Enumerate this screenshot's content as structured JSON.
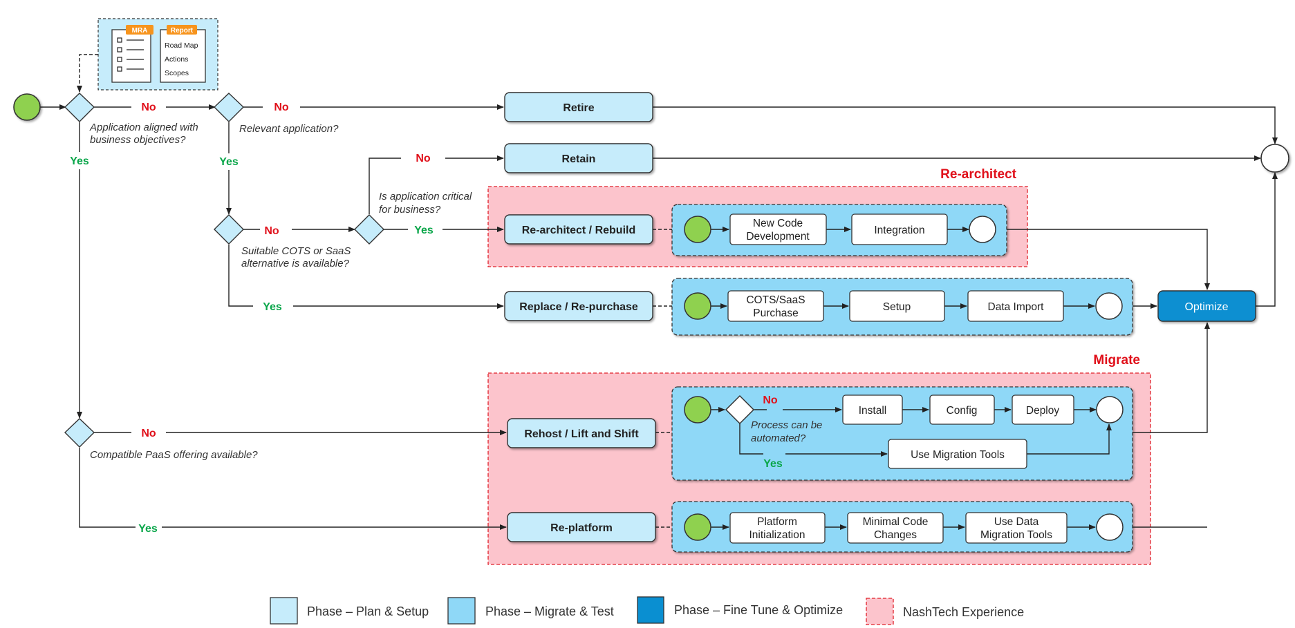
{
  "mra": {
    "tab_mra": "MRA",
    "tab_report": "Report",
    "report_items": [
      "Road Map",
      "Actions",
      "Scopes"
    ]
  },
  "questions": {
    "aligned_line1": "Application aligned with",
    "aligned_line2": "business objectives?",
    "relevant": "Relevant application?",
    "cots_line1": "Suitable COTS or SaaS",
    "cots_line2": "alternative is available?",
    "critical_line1": "Is application critical",
    "critical_line2": "for business?",
    "paas": "Compatible PaaS offering available?",
    "automated_line1": "Process can be",
    "automated_line2": "automated?"
  },
  "answers": {
    "yes": "Yes",
    "no": "No"
  },
  "strategies": {
    "retire": "Retire",
    "retain": "Retain",
    "rearchitect": "Re-architect / Rebuild",
    "replace": "Replace / Re-purchase",
    "rehost": "Rehost / Lift and Shift",
    "replatform": "Re-platform"
  },
  "groups": {
    "rearchitect": "Re-architect",
    "migrate": "Migrate"
  },
  "steps": {
    "new_code_l1": "New Code",
    "new_code_l2": "Development",
    "integration": "Integration",
    "cots_l1": "COTS/SaaS",
    "cots_l2": "Purchase",
    "setup": "Setup",
    "data_import": "Data Import",
    "install": "Install",
    "config": "Config",
    "deploy": "Deploy",
    "migration_tools": "Use Migration Tools",
    "platform_l1": "Platform",
    "platform_l2": "Initialization",
    "minimal_l1": "Minimal Code",
    "minimal_l2": "Changes",
    "usedata_l1": "Use Data",
    "usedata_l2": "Migration Tools"
  },
  "optimize": "Optimize",
  "legend": {
    "plan": "Phase – Plan & Setup",
    "migrate": "Phase – Migrate & Test",
    "optimize": "Phase – Fine Tune & Optimize",
    "nashtech": "NashTech Experience"
  },
  "colors": {
    "plan": "#c6ecfb",
    "migrate": "#8fd8f7",
    "optimize": "#0a8fd1",
    "nashtech_fill": "#fcc4cc",
    "nashtech_border": "#e0202a",
    "start": "#8fd14f",
    "yes": "#0aa64a",
    "no": "#e0101a"
  }
}
